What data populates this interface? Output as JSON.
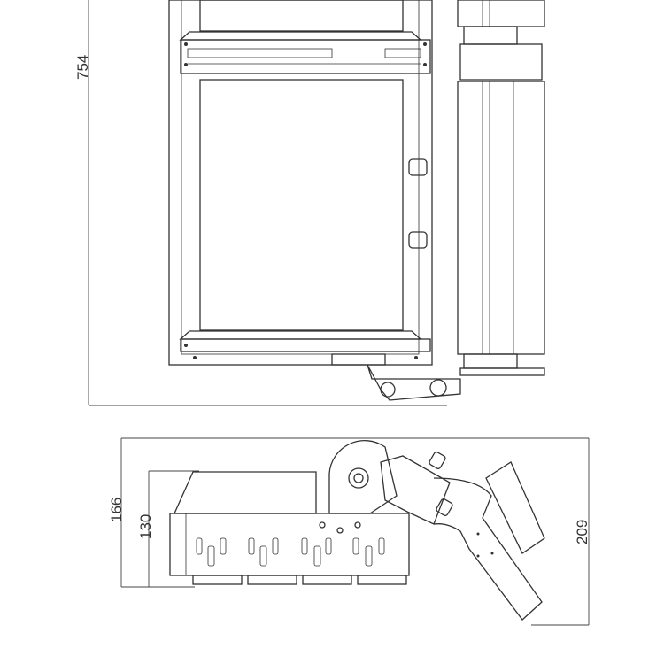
{
  "dimensions": {
    "top_view_height": "754",
    "side_total_height": "166",
    "side_body_height": "130",
    "side_overall_height": "209"
  }
}
